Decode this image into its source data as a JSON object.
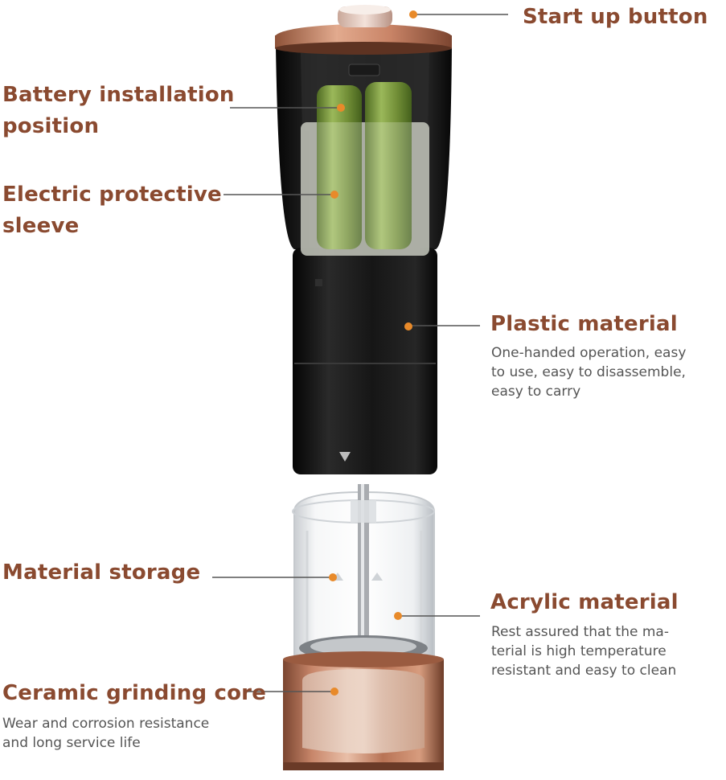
{
  "colors": {
    "label": "#8a4a30",
    "description": "#555555",
    "callout_dot": "#e88a2a",
    "callout_line": "#555555",
    "body_black": "#141414",
    "copper": "#b87355",
    "battery_green": "#7e9a44"
  },
  "callouts": {
    "start_up_button": {
      "title": "Start up button"
    },
    "battery_installation": {
      "title_line1": "Battery installation",
      "title_line2": "position"
    },
    "electric_sleeve": {
      "title_line1": "Electric protective",
      "title_line2": "sleeve"
    },
    "plastic_material": {
      "title": "Plastic material",
      "desc_line1": "One-handed operation, easy",
      "desc_line2": "to use, easy to disassemble,",
      "desc_line3": "easy to carry"
    },
    "material_storage": {
      "title": "Material storage"
    },
    "acrylic_material": {
      "title": "Acrylic material",
      "desc_line1": "Rest assured that the ma-",
      "desc_line2": "terial is high temperature",
      "desc_line3": "resistant and easy to clean"
    },
    "ceramic_core": {
      "title": "Ceramic grinding core",
      "desc_line1": "Wear and corrosion resistance",
      "desc_line2": "and long service life"
    }
  }
}
